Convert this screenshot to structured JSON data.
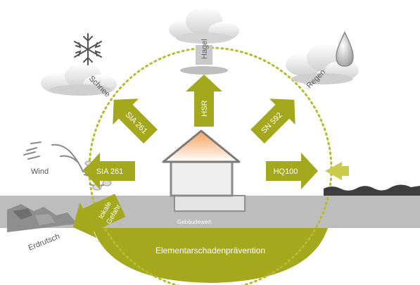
{
  "colors": {
    "olive": "#a4a81c",
    "olive_dark": "#8d911a",
    "ground": "#b9b9b9",
    "roof": "#f08a3a",
    "water": "#3e3e3e",
    "cloud": "#e3e3e3"
  },
  "hazards": {
    "schnee": "Schnee",
    "hagel": "Hagel",
    "regen": "Regen",
    "wind": "Wind",
    "hochwasser": "Hochwasser",
    "erdrutsch": "Erdrutsch"
  },
  "norms": {
    "sia261_snow": "SIA 261",
    "hsr": "HSR",
    "sn592": "SN 592",
    "sia261_wind": "SIA 261",
    "hq100": "HQ100",
    "lokale_gefahr_1": "lokale",
    "lokale_gefahr_2": "Gefahr"
  },
  "labels": {
    "gebaeudewert": "Gebäudewert",
    "footer": "Elementarschadenprävention"
  },
  "icons": [
    "snowflake-icon",
    "cloud-icon",
    "hail-cloud-icon",
    "rain-drop-icon",
    "tree-icon",
    "house-icon",
    "landslide-icon",
    "water-waves-icon"
  ]
}
